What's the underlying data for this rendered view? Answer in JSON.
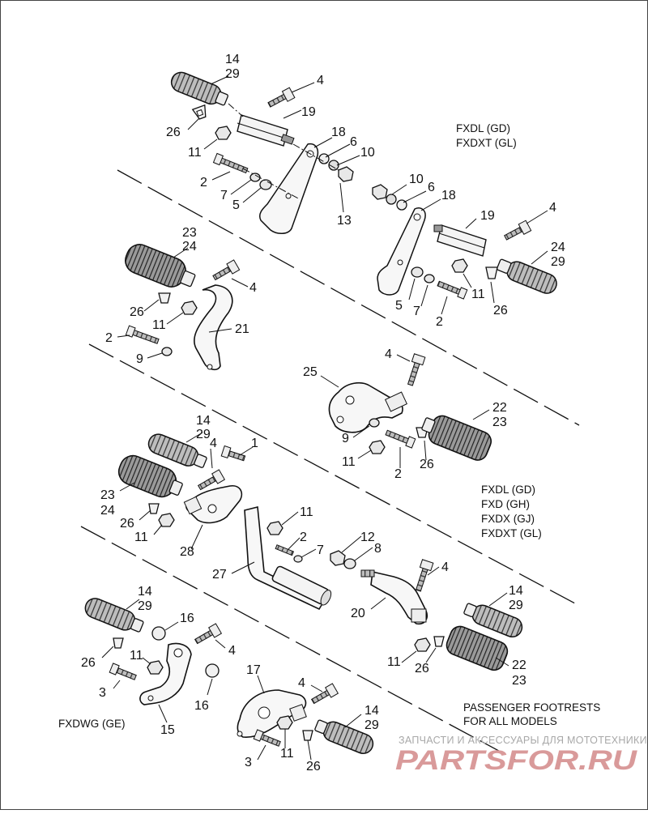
{
  "models": {
    "fxdl_fxdxt": [
      "FXDL (GD)",
      "FXDXT (GL)"
    ],
    "group_b": [
      "FXDL (GD)",
      "FXD (GH)",
      "FXDX (GJ)",
      "FXDXT (GL)"
    ],
    "fxdwg": "FXDWG (GE)"
  },
  "passenger_note": [
    "PASSENGER FOOTRESTS",
    "FOR ALL MODELS"
  ],
  "watermark": {
    "tagline": "ЗАПЧАСТИ И АКСЕССУАРЫ ДЛЯ МОТОТЕХНИКИ",
    "logo": "PARTSFOR.RU"
  },
  "labels": {
    "s1": [
      "14",
      "29",
      "4",
      "19",
      "26",
      "11",
      "18",
      "6",
      "10",
      "2",
      "7",
      "5",
      "13"
    ],
    "s2": [
      "10",
      "6",
      "18",
      "4",
      "19",
      "24",
      "29",
      "11",
      "5",
      "7",
      "26",
      "2"
    ],
    "s3": [
      "23",
      "24",
      "4",
      "26",
      "11",
      "21",
      "2",
      "9"
    ],
    "s4": [
      "4",
      "25",
      "22",
      "23",
      "9",
      "11",
      "26",
      "2"
    ],
    "s5": [
      "14",
      "29",
      "4",
      "1",
      "23",
      "24",
      "26",
      "11",
      "28",
      "11",
      "27",
      "2",
      "7",
      "12",
      "8",
      "4",
      "20",
      "14",
      "29",
      "11",
      "26",
      "22",
      "23"
    ],
    "s6": [
      "14",
      "29",
      "16",
      "4",
      "26",
      "11",
      "3",
      "16",
      "15",
      "17",
      "4",
      "14",
      "29",
      "3",
      "11",
      "26"
    ]
  }
}
